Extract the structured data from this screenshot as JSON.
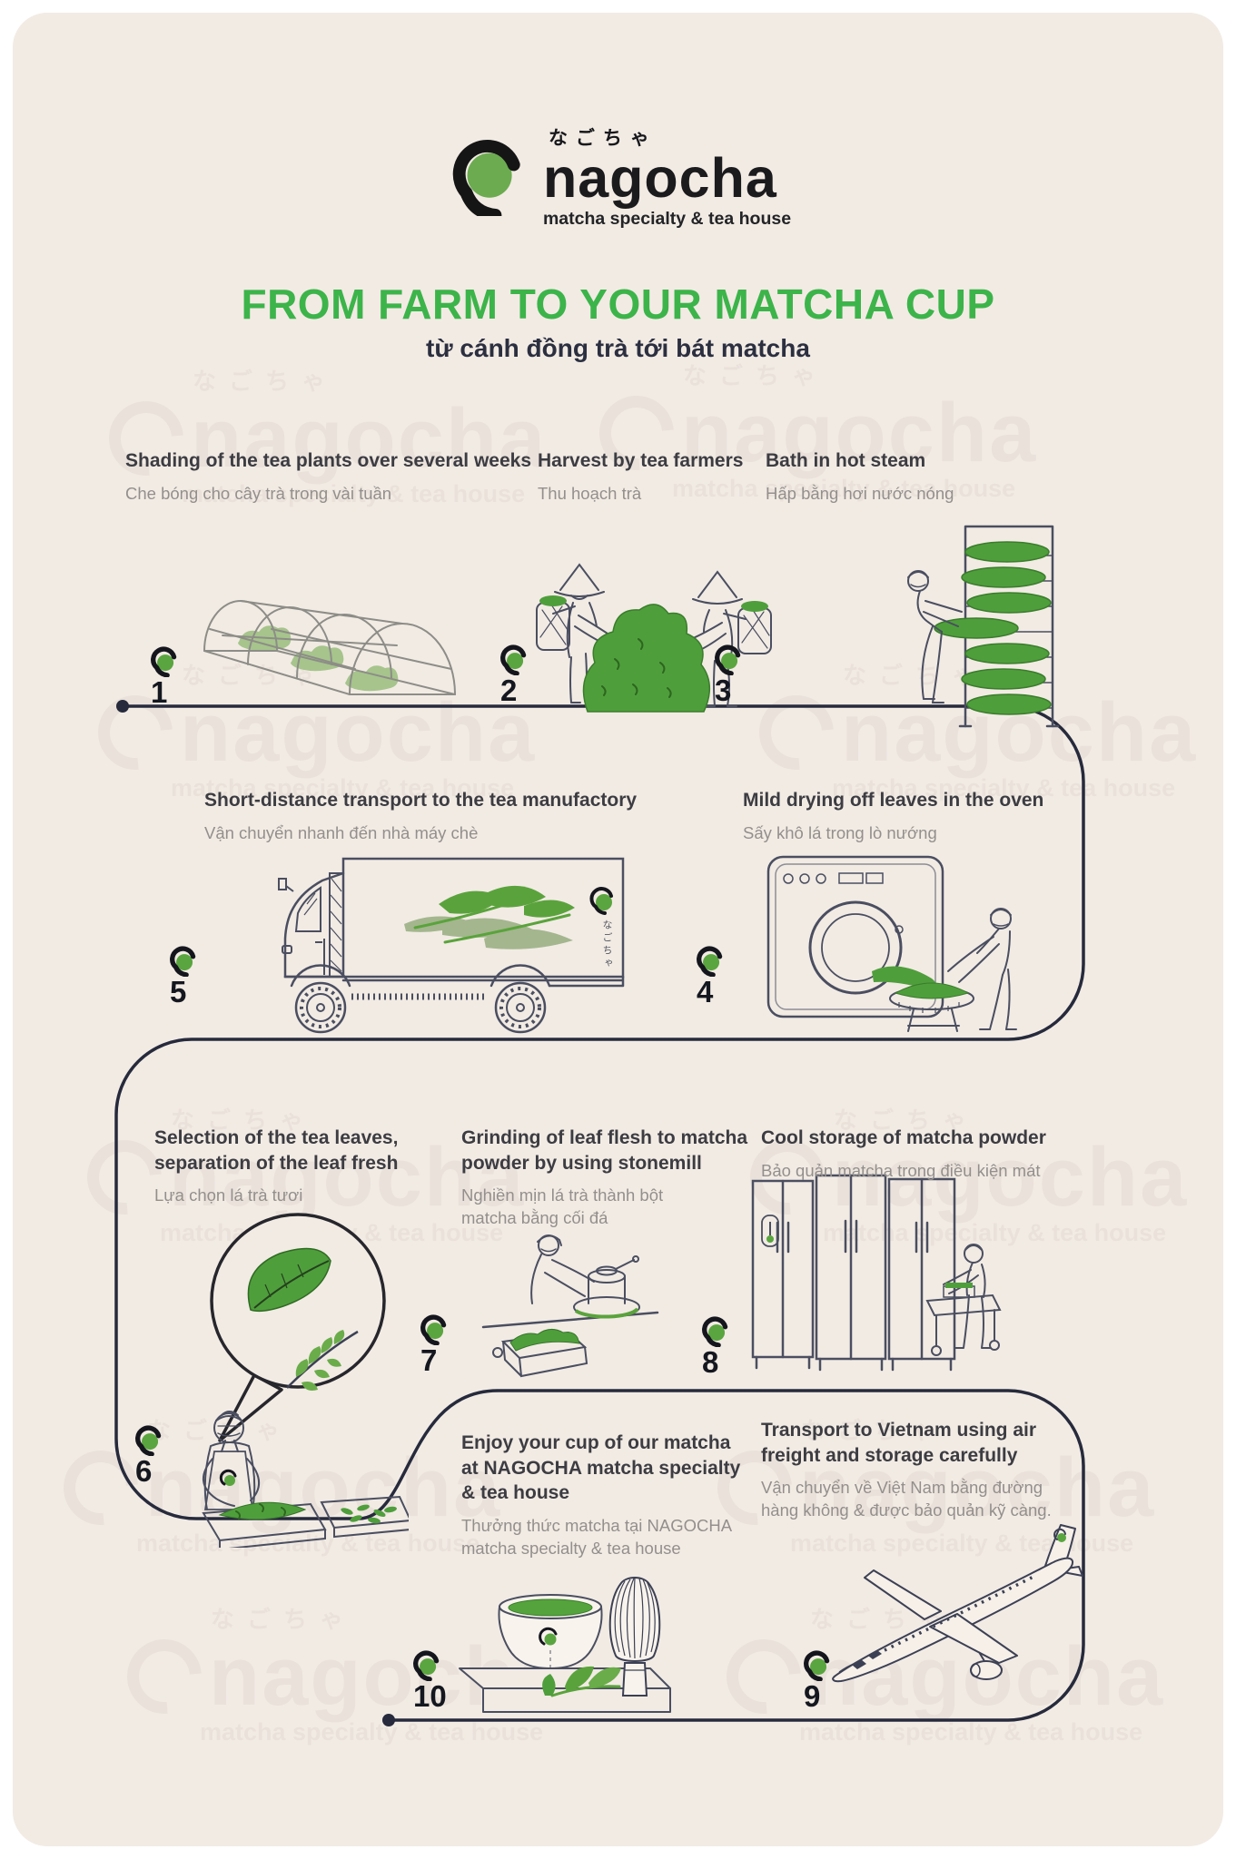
{
  "logo": {
    "kana": "なごちゃ",
    "name": "nagocha",
    "tagline": "matcha specialty & tea house"
  },
  "header": {
    "title": "FROM FARM TO YOUR MATCHA CUP",
    "subtitle": "từ cánh đồng trà tới bát matcha"
  },
  "colors": {
    "panel_background": "#f2ebe4",
    "title_green": "#3cb44a",
    "brand_green": "#5aa53f",
    "leaf_green": "#4f9e3c",
    "dark_navy": "#262a3c",
    "heading_text": "#3c3c42",
    "caption_text": "#948f8c"
  },
  "steps": [
    {
      "num": "1",
      "title": "Shading of the tea plants over several weeks",
      "caption": "Che bóng cho cây trà trong vài tuần"
    },
    {
      "num": "2",
      "title": "Harvest by tea farmers",
      "caption": "Thu hoạch trà"
    },
    {
      "num": "3",
      "title": "Bath in hot steam",
      "caption": "Hấp bằng hơi nước nóng"
    },
    {
      "num": "4",
      "title": "Mild drying off leaves in the oven",
      "caption": "Sấy khô lá trong lò nướng"
    },
    {
      "num": "5",
      "title": "Short-distance transport to the tea manufactory",
      "caption": "Vận chuyển nhanh đến nhà máy chè"
    },
    {
      "num": "6",
      "title": "Selection of the tea leaves,\nseparation of the leaf fresh",
      "caption": "Lựa chọn lá trà tươi"
    },
    {
      "num": "7",
      "title": "Grinding of leaf flesh to matcha\npowder by using stonemill",
      "caption": "Nghiền mịn lá trà thành bột\nmatcha bằng cối đá"
    },
    {
      "num": "8",
      "title": "Cool storage of matcha powder",
      "caption": "Bảo quản matcha trong điều kiện mát"
    },
    {
      "num": "9",
      "title": "Transport to Vietnam using air\nfreight and storage carefully",
      "caption": "Vận chuyển về Việt Nam bằng đường\nhàng không & được bảo quản kỹ càng."
    },
    {
      "num": "10",
      "title": "Enjoy your cup of our matcha\nat NAGOCHA matcha specialty\n& tea house",
      "caption": "Thưởng thức matcha tại NAGOCHA\nmatcha specialty & tea house"
    }
  ]
}
